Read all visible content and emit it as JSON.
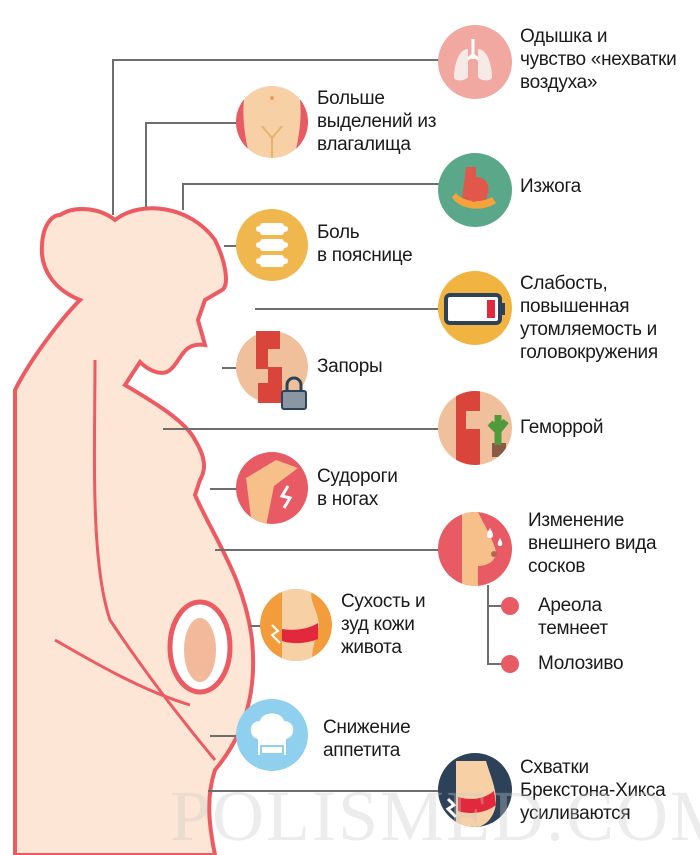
{
  "symptoms_right": [
    {
      "id": "shortness-of-breath",
      "label": "Одышка и\nчувство «нехватки\nвоздуха»",
      "icon": "lungs-icon",
      "color": "#f0a8a0"
    },
    {
      "id": "heartburn",
      "label": "Изжога",
      "icon": "stomach-icon",
      "color": "#5aa889"
    },
    {
      "id": "weakness",
      "label": "Слабость,\nповышенная\nутомляемость и\nголовокружения",
      "icon": "low-battery-icon",
      "color": "#f2b441"
    },
    {
      "id": "hemorrhoids",
      "label": "Геморрой",
      "icon": "intestine-cactus-icon",
      "color": "#efc09b"
    },
    {
      "id": "nipples",
      "label": "Изменение\nвнешнего вида\nсосков",
      "icon": "breast-icon",
      "color": "#e85a64"
    },
    {
      "id": "braxton-hicks",
      "label": "Схватки\nБрекстона-Хикса\nусиливаются",
      "icon": "belly-lightning-icon",
      "color": "#2d4159"
    }
  ],
  "nipple_subitems": [
    "Ареола\nтемнеет",
    "Молозиво"
  ],
  "symptoms_left": [
    {
      "id": "discharge",
      "label": "Больше\nвыделений из\nвлагалища",
      "icon": "pelvis-icon",
      "color": "#f7d0a6"
    },
    {
      "id": "back-pain",
      "label": "Боль\nв пояснице",
      "icon": "spine-icon",
      "color": "#f0b74f"
    },
    {
      "id": "constipation",
      "label": "Запоры",
      "icon": "intestine-lock-icon",
      "color": "#efc09b"
    },
    {
      "id": "leg-cramps",
      "label": "Судороги\nв ногах",
      "icon": "leg-icon",
      "color": "#e85a64"
    },
    {
      "id": "skin-dryness",
      "label": "Сухость и\nзуд кожи\nживота",
      "icon": "belly-itch-icon",
      "color": "#f39c3c"
    },
    {
      "id": "appetite",
      "label": "Снижение\nаппетита",
      "icon": "chef-hat-icon",
      "color": "#8fd0ef"
    }
  ],
  "watermark": "POLISMED.COM",
  "colors": {
    "outline": "#ec5a62",
    "skin": "#fde6d6",
    "line": "#6e6e6e"
  }
}
